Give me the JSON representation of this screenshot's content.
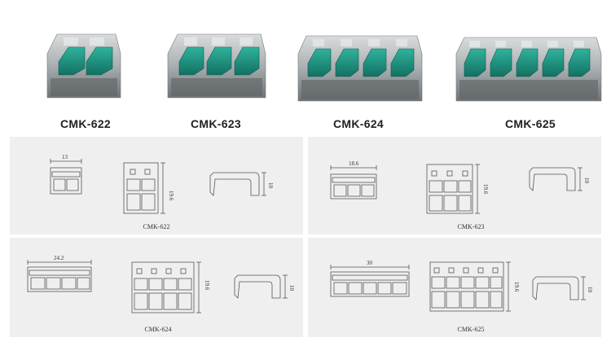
{
  "products": [
    {
      "model": "CMK-622",
      "levers": 2
    },
    {
      "model": "CMK-623",
      "levers": 3
    },
    {
      "model": "CMK-624",
      "levers": 4
    },
    {
      "model": "CMK-625",
      "levers": 5
    }
  ],
  "drawings": [
    {
      "caption": "CMK-622",
      "width_dim": "13",
      "height_dim": "19.6",
      "side_dim": "10",
      "ports": 2
    },
    {
      "caption": "CMK-623",
      "width_dim": "18.6",
      "height_dim": "19.6",
      "side_dim": "10",
      "ports": 3
    },
    {
      "caption": "CMK-624",
      "width_dim": "24.2",
      "height_dim": "19.6",
      "side_dim": "10",
      "ports": 4
    },
    {
      "caption": "CMK-625",
      "width_dim": "30",
      "height_dim": "19.6",
      "side_dim": "10",
      "ports": 5
    }
  ],
  "colors": {
    "lever": "#1f9a86",
    "lever_dark": "#157466",
    "housing": "#9aa0a2",
    "panel": "#efefef"
  }
}
